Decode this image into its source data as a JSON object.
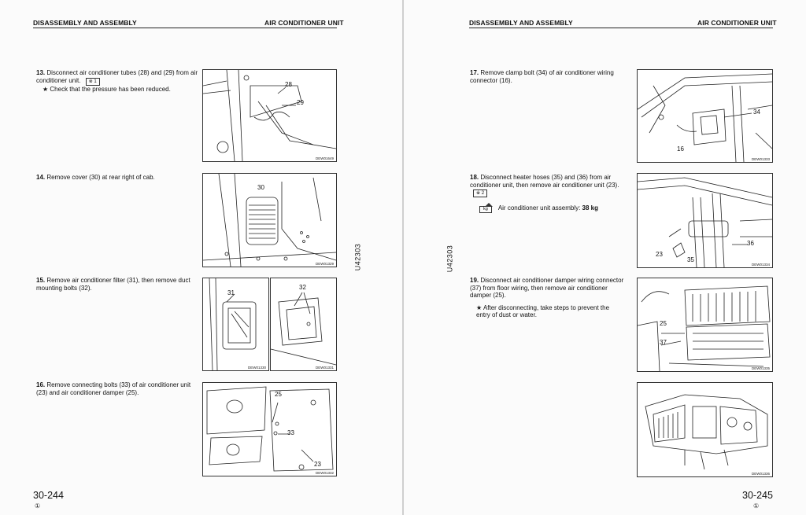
{
  "left": {
    "header_left": "DISASSEMBLY AND ASSEMBLY",
    "header_right": "AIR CONDITIONER UNIT",
    "steps": [
      {
        "num": "13.",
        "text": "Disconnect air conditioner tubes (28) and (29) from air conditioner unit.",
        "ref": "※ 1",
        "note": "★  Check that the pressure has been reduced."
      },
      {
        "num": "14.",
        "text": "Remove cover (30) at rear right of cab."
      },
      {
        "num": "15.",
        "text": "Remove air conditioner filter (31), then remove duct mounting bolts (32)."
      },
      {
        "num": "16.",
        "text": "Remove connecting bolts (33) of air conditioner unit (23) and air conditioner damper (25)."
      }
    ],
    "figures": {
      "f13": {
        "code": "DEW01649",
        "callouts": [
          "28",
          "29"
        ]
      },
      "f14": {
        "code": "DEW01329",
        "callouts": [
          "30"
        ]
      },
      "f15a": {
        "code": "DEW01330",
        "callouts": [
          "31"
        ]
      },
      "f15b": {
        "code": "DEW01331",
        "callouts": [
          "32"
        ]
      },
      "f16": {
        "code": "DEW01332",
        "callouts": [
          "25",
          "33",
          "23"
        ]
      }
    },
    "page_number": "30-244",
    "revision": "①",
    "side_code": "U42303"
  },
  "right": {
    "header_left": "DISASSEMBLY AND ASSEMBLY",
    "header_right": "AIR CONDITIONER UNIT",
    "steps": [
      {
        "num": "17.",
        "text": "Remove clamp bolt (34) of air conditioner wiring connector (16)."
      },
      {
        "num": "18.",
        "text": "Disconnect heater hoses (35) and (36) from air conditioner unit, then remove air conditioner unit (23).",
        "ref": "※ 2",
        "weight_icon": "kg",
        "weight_label": "Air conditioner unit assembly:",
        "weight_value": "38 kg"
      },
      {
        "num": "19.",
        "text": "Disconnect air conditioner damper wiring connector (37) from floor wiring, then remove air conditioner damper (25).",
        "note": "★  After disconnecting, take steps to prevent the entry of dust or water."
      }
    ],
    "figures": {
      "f17": {
        "code": "DEW01333",
        "callouts": [
          "34",
          "16"
        ]
      },
      "f18": {
        "code": "DEW01334",
        "callouts": [
          "36",
          "23",
          "35"
        ]
      },
      "f19": {
        "code": "DEW01335",
        "callouts": [
          "25",
          "37"
        ]
      },
      "f20": {
        "code": "DEW01336",
        "callouts": []
      }
    },
    "page_number": "30-245",
    "revision": "①",
    "side_code": "U42303"
  }
}
